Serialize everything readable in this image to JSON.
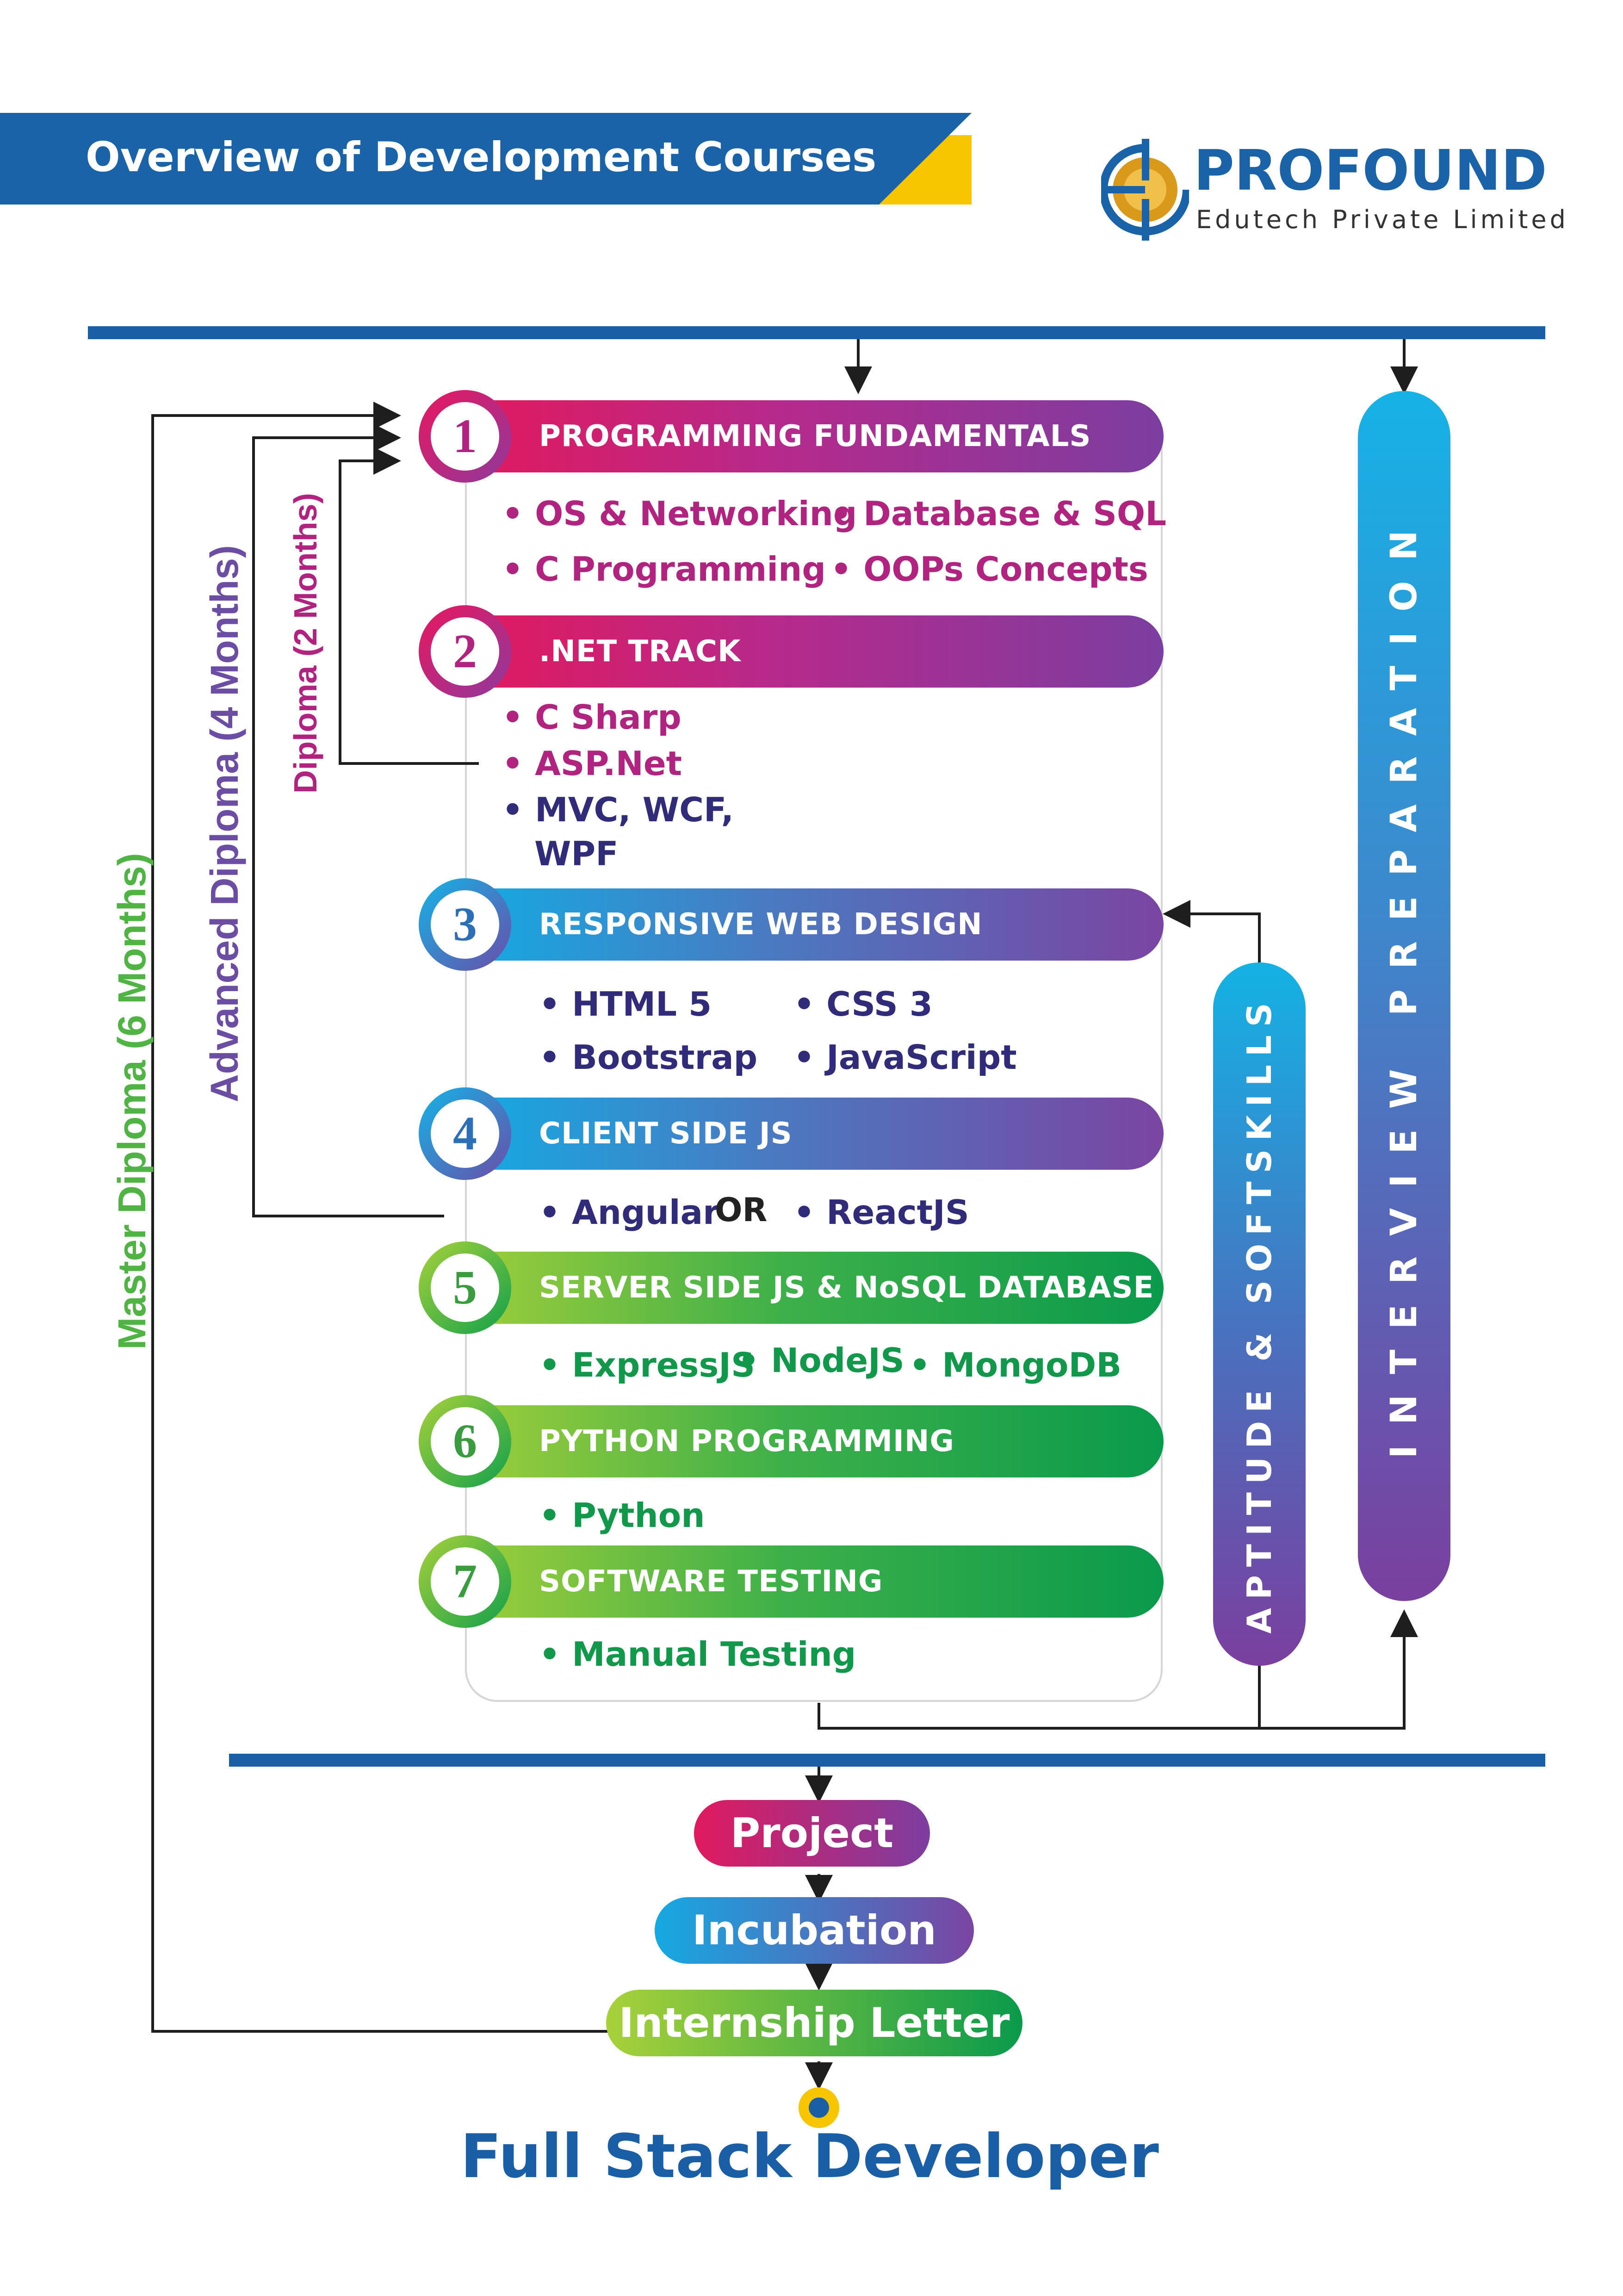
{
  "header": {
    "title": "Overview of Development Courses",
    "logo_name": "PROFOUND",
    "logo_subtitle": "Edutech Private Limited"
  },
  "diploma_labels": {
    "master": "Master Diploma (6 Months)",
    "advanced": "Advanced Diploma (4 Months)",
    "diploma": "Diploma (2 Months)"
  },
  "modules": [
    {
      "number": "1",
      "title": "PROGRAMMING FUNDAMENTALS",
      "items": [
        "• OS & Networking",
        "• Database & SQL",
        "• C Programming",
        "• OOPs Concepts"
      ]
    },
    {
      "number": "2",
      "title": ".NET TRACK",
      "items": [
        "• C Sharp",
        "• ASP.Net",
        "• MVC, WCF,",
        "WPF"
      ]
    },
    {
      "number": "3",
      "title": "RESPONSIVE WEB DESIGN",
      "items": [
        "• HTML 5",
        "• CSS 3",
        "• Bootstrap",
        "• JavaScript"
      ]
    },
    {
      "number": "4",
      "title": "CLIENT SIDE JS",
      "items": [
        "• Angular",
        "OR",
        "• ReactJS"
      ]
    },
    {
      "number": "5",
      "title": "SERVER SIDE JS & NoSQL DATABASE",
      "items": [
        "• ExpressJS",
        "• NodeJS",
        "• MongoDB"
      ]
    },
    {
      "number": "6",
      "title": "PYTHON PROGRAMMING",
      "items": [
        "• Python"
      ]
    },
    {
      "number": "7",
      "title": "SOFTWARE TESTING",
      "items": [
        "• Manual Testing"
      ]
    }
  ],
  "side_tracks": {
    "aptitude": "APTITUDE & SOFTSKILLS",
    "interview": "INTERVIEW PREPARATION"
  },
  "outcomes": {
    "project": "Project",
    "incubation": "Incubation",
    "internship": "Internship Letter",
    "final": "Full Stack Developer"
  },
  "colors": {
    "brand_blue": "#1a63a8",
    "accent_yellow": "#f7c600",
    "pink": "#b0247f",
    "navy": "#312c7a",
    "green": "#12984a"
  }
}
